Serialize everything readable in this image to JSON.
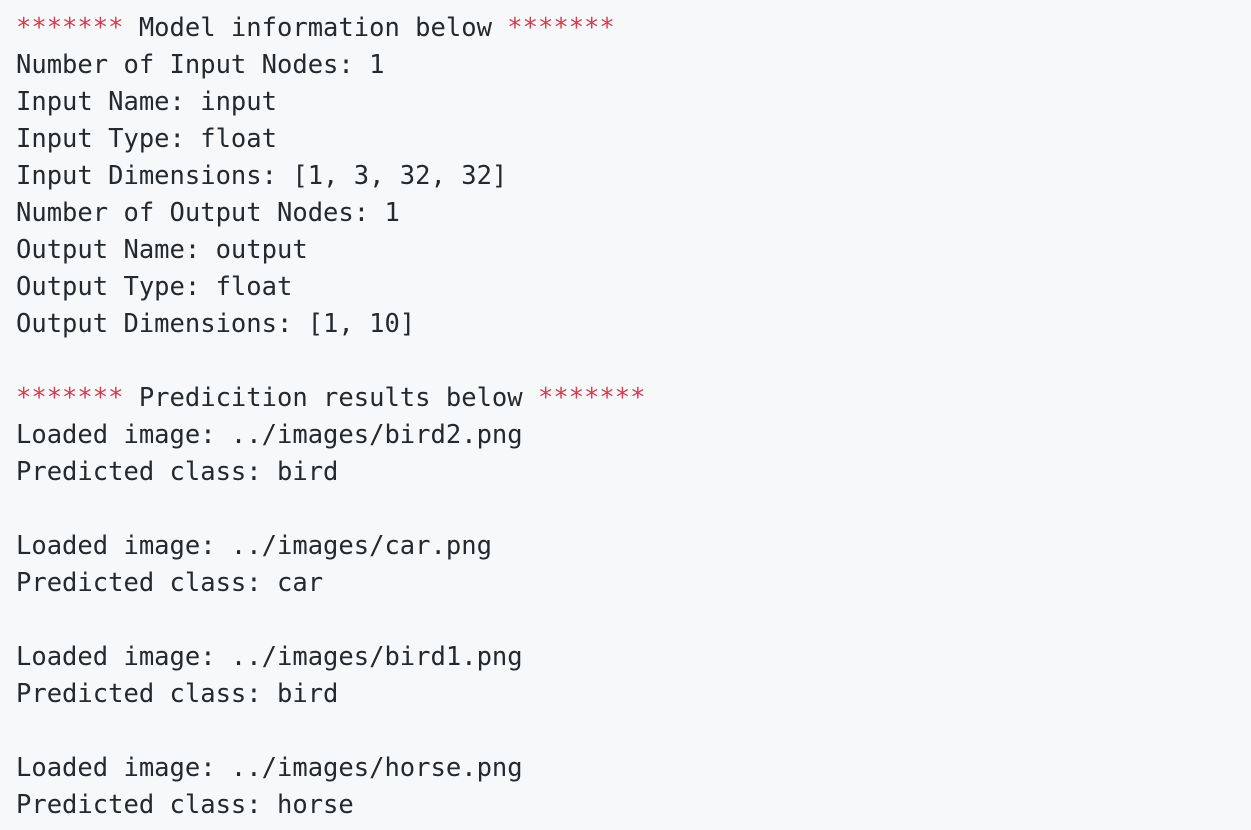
{
  "colors": {
    "background": "#f6f8fa",
    "text": "#24292e",
    "asterisks": "#d73a49"
  },
  "model_info": {
    "stars_left": "*******",
    "header": " Model information below ",
    "stars_right": "*******",
    "lines": [
      "Number of Input Nodes: 1",
      "Input Name: input",
      "Input Type: float",
      "Input Dimensions: [1, 3, 32, 32]",
      "Number of Output Nodes: 1",
      "Output Name: output",
      "Output Type: float",
      "Output Dimensions: [1, 10]"
    ]
  },
  "prediction_results": {
    "stars_left": "*******",
    "header": " Predicition results below ",
    "stars_right": "*******",
    "results": [
      {
        "loaded": "Loaded image: ../images/bird2.png",
        "predicted": "Predicted class: bird"
      },
      {
        "loaded": "Loaded image: ../images/car.png",
        "predicted": "Predicted class: car"
      },
      {
        "loaded": "Loaded image: ../images/bird1.png",
        "predicted": "Predicted class: bird"
      },
      {
        "loaded": "Loaded image: ../images/horse.png",
        "predicted": "Predicted class: horse"
      }
    ]
  }
}
